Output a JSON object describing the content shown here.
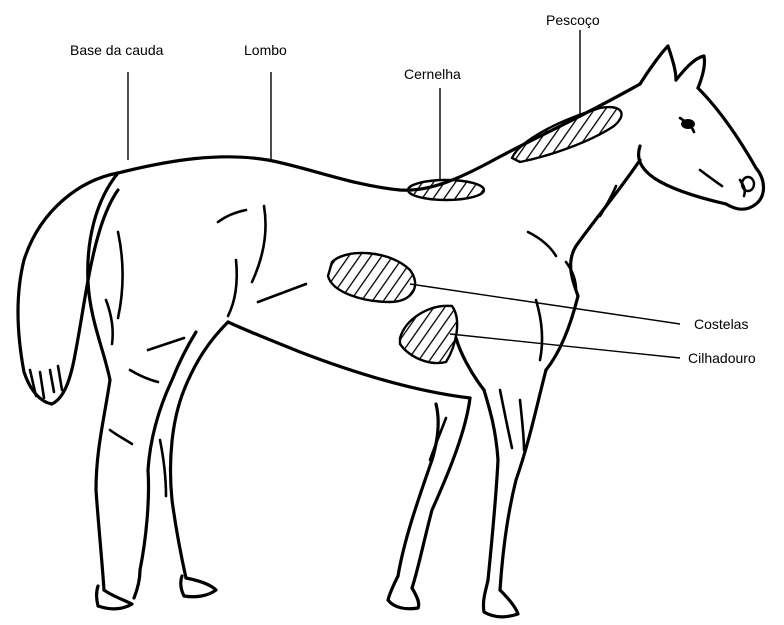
{
  "labels": {
    "base_da_cauda": "Base da cauda",
    "lombo": "Lombo",
    "cernelha": "Cernelha",
    "pescoco": "Pescoço",
    "costelas": "Costelas",
    "cilhadouro": "Cilhadouro"
  },
  "colors": {
    "ink": "#000000",
    "background": "#ffffff"
  }
}
